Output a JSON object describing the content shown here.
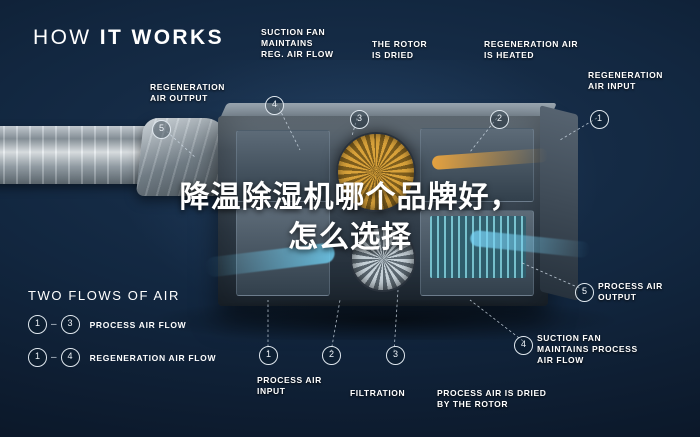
{
  "headline": {
    "part1": "HOW",
    "part2": "IT WORKS"
  },
  "watermark": {
    "line1": "降温除湿机哪个品牌好，",
    "line2": "怎么选择"
  },
  "callouts": [
    {
      "num": "1",
      "text": "REGENERATION\nAIR INPUT",
      "key": "regeneration-air-input"
    },
    {
      "num": "2",
      "text": "REGENERATION AIR\nIS HEATED",
      "key": "regeneration-air-is-heated"
    },
    {
      "num": "3",
      "text": "THE ROTOR\nIS DRIED",
      "key": "the-rotor-is-dried"
    },
    {
      "num": "4",
      "text": "SUCTION FAN\nMAINTAINS\nREG. AIR FLOW",
      "key": "suction-fan-maintains-reg-air-flow"
    },
    {
      "num": "5",
      "text": "REGENERATION\nAIR OUTPUT",
      "key": "regeneration-air-output"
    },
    {
      "num": "1",
      "text": "PROCESS AIR\nINPUT",
      "key": "process-air-input"
    },
    {
      "num": "2",
      "text": "FILTRATION",
      "key": "filtration"
    },
    {
      "num": "3",
      "text": "PROCESS AIR IS DRIED\nBY THE ROTOR",
      "key": "process-air-is-dried-by-the-rotor"
    },
    {
      "num": "4",
      "text": "SUCTION FAN\nMAINTAINS PROCESS\nAIR FLOW",
      "key": "suction-fan-maintains-process-air-flow"
    },
    {
      "num": "5",
      "text": "PROCESS AIR\nOUTPUT",
      "key": "process-air-output"
    }
  ],
  "legend": {
    "title": "TWO FLOWS OF AIR",
    "rows": [
      {
        "from": "1",
        "to": "3",
        "dash": "–",
        "text": "PROCESS AIR FLOW"
      },
      {
        "from": "1",
        "to": "4",
        "dash": "–",
        "text": "REGENERATION AIR FLOW"
      }
    ]
  },
  "colors": {
    "accent_orange": "#f0a93c",
    "accent_blue": "#7cd0ef",
    "background": "#0b1726",
    "text": "#ffffff"
  }
}
